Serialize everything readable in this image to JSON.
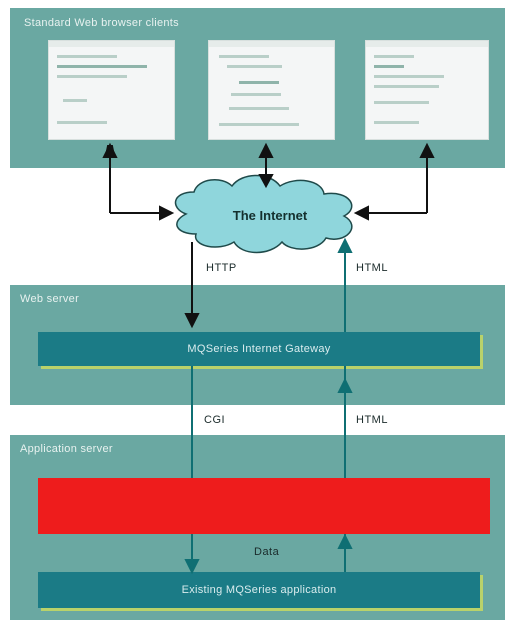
{
  "panels": {
    "clients_title": "Standard Web browser clients",
    "web_server_title": "Web server",
    "app_server_title": "Application server"
  },
  "cloud": {
    "label": "The Internet"
  },
  "gateway": {
    "label": "MQSeries Internet Gateway"
  },
  "existing_app": {
    "label": "Existing MQSeries application"
  },
  "labels": {
    "http": "HTTP",
    "html_top": "HTML",
    "cgi": "CGI",
    "html_mid": "HTML",
    "data": "Data"
  },
  "colors": {
    "panel": "#6aa8a2",
    "box": "#1b7b86",
    "box_shadow": "#b9d26a",
    "cloud": "#8fd6dc",
    "red_box": "#ee1c1c",
    "arrow": "#111111",
    "teal_arrow": "#0f6f73"
  }
}
